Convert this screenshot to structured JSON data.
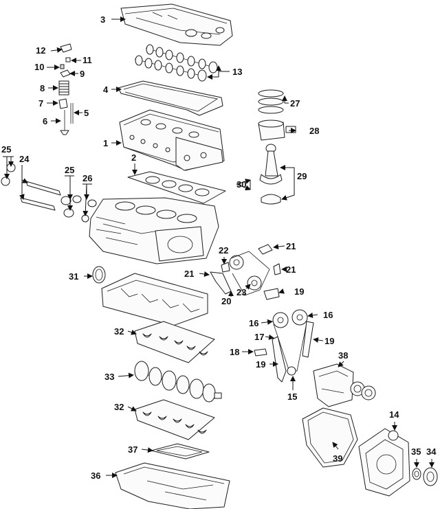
{
  "diagram": {
    "callout_numbers": {
      "n1": "1",
      "n2": "2",
      "n3": "3",
      "n4": "4",
      "n5": "5",
      "n6": "6",
      "n7": "7",
      "n8": "8",
      "n9": "9",
      "n10": "10",
      "n11": "11",
      "n12": "12",
      "n13": "13",
      "n14": "14",
      "n15": "15",
      "n16a": "16",
      "n16b": "16",
      "n17": "17",
      "n18": "18",
      "n19a": "19",
      "n19b": "19",
      "n19c": "19",
      "n20": "20",
      "n21a": "21",
      "n21b": "21",
      "n21c": "21",
      "n22": "22",
      "n23": "23",
      "n24": "24",
      "n25a": "25",
      "n25b": "25",
      "n26": "26",
      "n27": "27",
      "n28": "28",
      "n29": "29",
      "n30": "30",
      "n31": "31",
      "n32a": "32",
      "n32b": "32",
      "n33": "33",
      "n34": "34",
      "n35": "35",
      "n36": "36",
      "n37": "37",
      "n38": "38",
      "n39": "39"
    }
  }
}
